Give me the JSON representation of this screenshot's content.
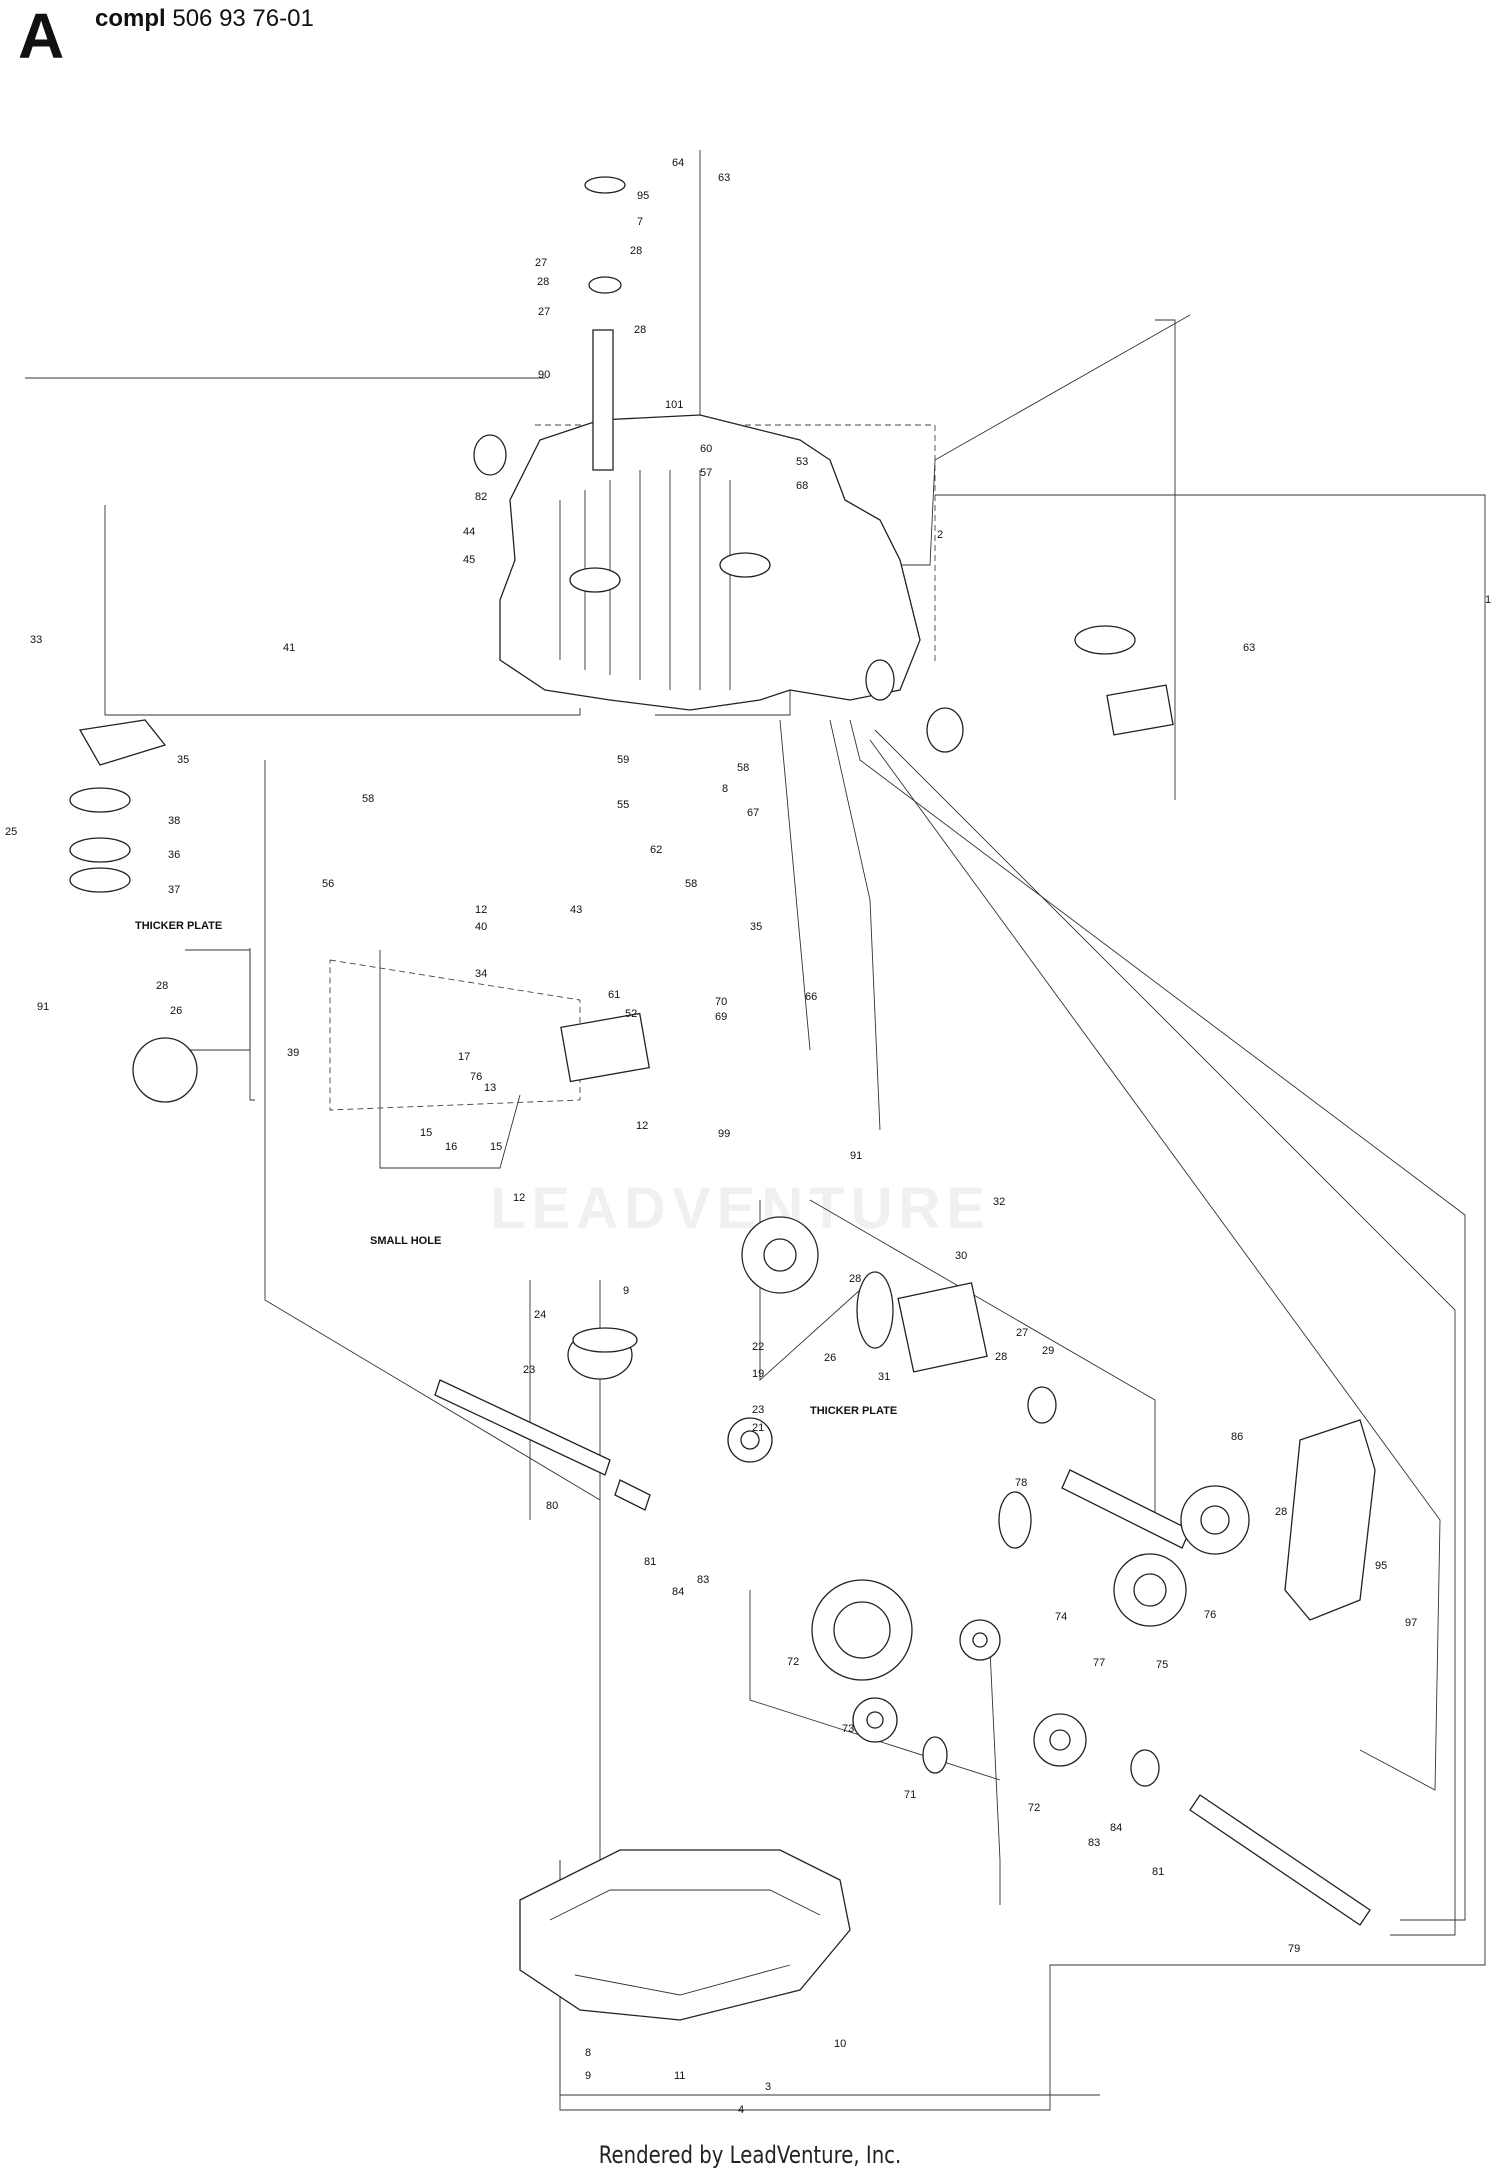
{
  "header": {
    "section_letter": "A",
    "compl_word": "compl",
    "part_number": "506 93 76-01"
  },
  "footer": {
    "rendered_by": "Rendered by LeadVenture, Inc."
  },
  "watermark": {
    "text": "LEADVENTURE"
  },
  "notes": {
    "thicker_plate": "THICKER PLATE",
    "small_hole": "SMALL HOLE"
  },
  "callouts": [
    "64",
    "63",
    "95",
    "7",
    "28",
    "27",
    "28",
    "27",
    "28",
    "90",
    "101",
    "60",
    "57",
    "53",
    "68",
    "82",
    "44",
    "45",
    "2",
    "63",
    "1",
    "33",
    "41",
    "35",
    "38",
    "36",
    "37",
    "25",
    "58",
    "56",
    "59",
    "8",
    "58",
    "55",
    "62",
    "67",
    "12",
    "40",
    "34",
    "43",
    "58",
    "35",
    "61",
    "52",
    "70",
    "69",
    "66",
    "28",
    "26",
    "91",
    "39",
    "17",
    "76",
    "15",
    "13",
    "16",
    "15",
    "12",
    "99",
    "12",
    "24",
    "9",
    "23",
    "22",
    "19",
    "23",
    "21",
    "91",
    "32",
    "30",
    "28",
    "26",
    "31",
    "27",
    "28",
    "29",
    "86",
    "28",
    "95",
    "97",
    "78",
    "74",
    "77",
    "75",
    "76",
    "80",
    "81",
    "84",
    "83",
    "72",
    "73",
    "71",
    "72",
    "83",
    "84",
    "81",
    "79",
    "8",
    "9",
    "11",
    "4",
    "3",
    "10"
  ]
}
